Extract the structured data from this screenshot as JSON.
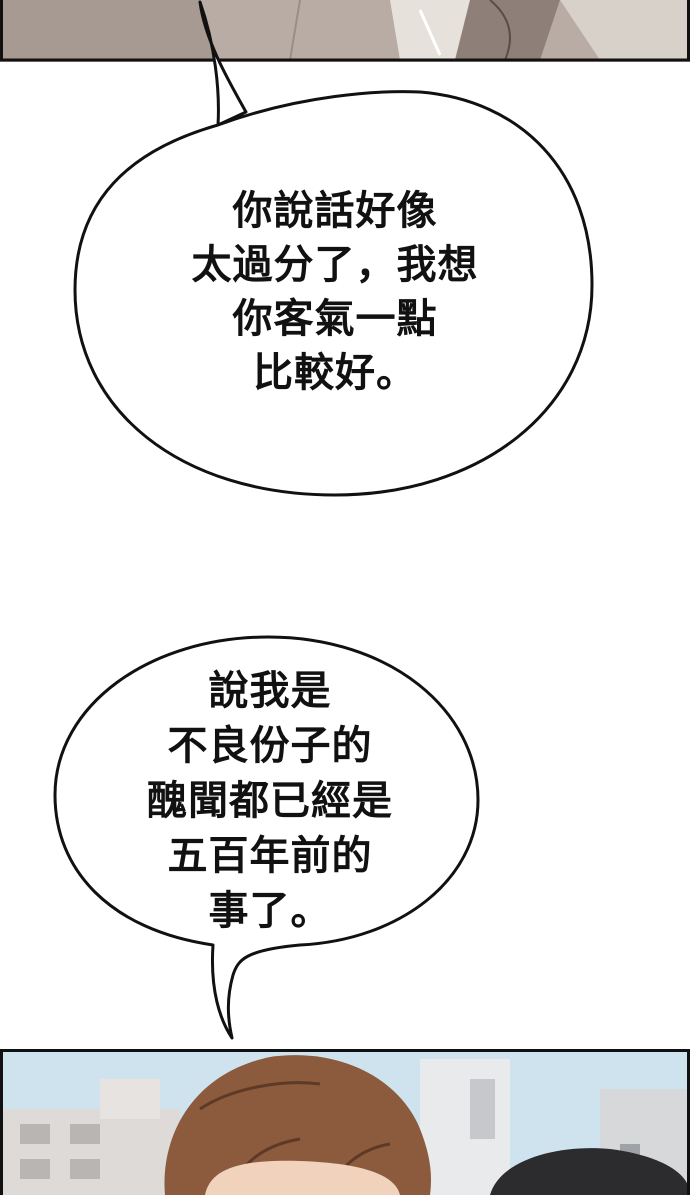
{
  "bubbles": [
    {
      "lines": [
        "你說話好像",
        "太過分了，我想",
        "你客氣一點",
        "比較好。"
      ]
    },
    {
      "lines": [
        "說我是",
        "不良份子的",
        "醜聞都已經是",
        "五百年前的",
        "事了。"
      ]
    }
  ]
}
